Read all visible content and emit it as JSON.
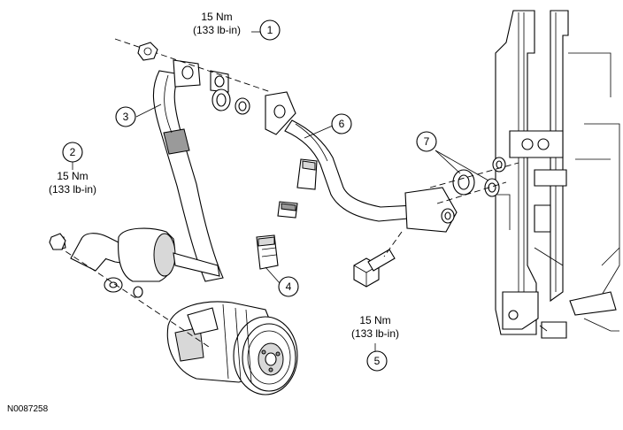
{
  "figure_id": "N0087258",
  "callouts": [
    {
      "number": "1",
      "torque_nm": "15 Nm",
      "torque_lbin": "(133 lb-in)"
    },
    {
      "number": "2",
      "torque_nm": "15 Nm",
      "torque_lbin": "(133 lb-in)"
    },
    {
      "number": "3"
    },
    {
      "number": "4"
    },
    {
      "number": "5",
      "torque_nm": "15 Nm",
      "torque_lbin": "(133 lb-in)"
    },
    {
      "number": "6"
    },
    {
      "number": "7"
    }
  ]
}
